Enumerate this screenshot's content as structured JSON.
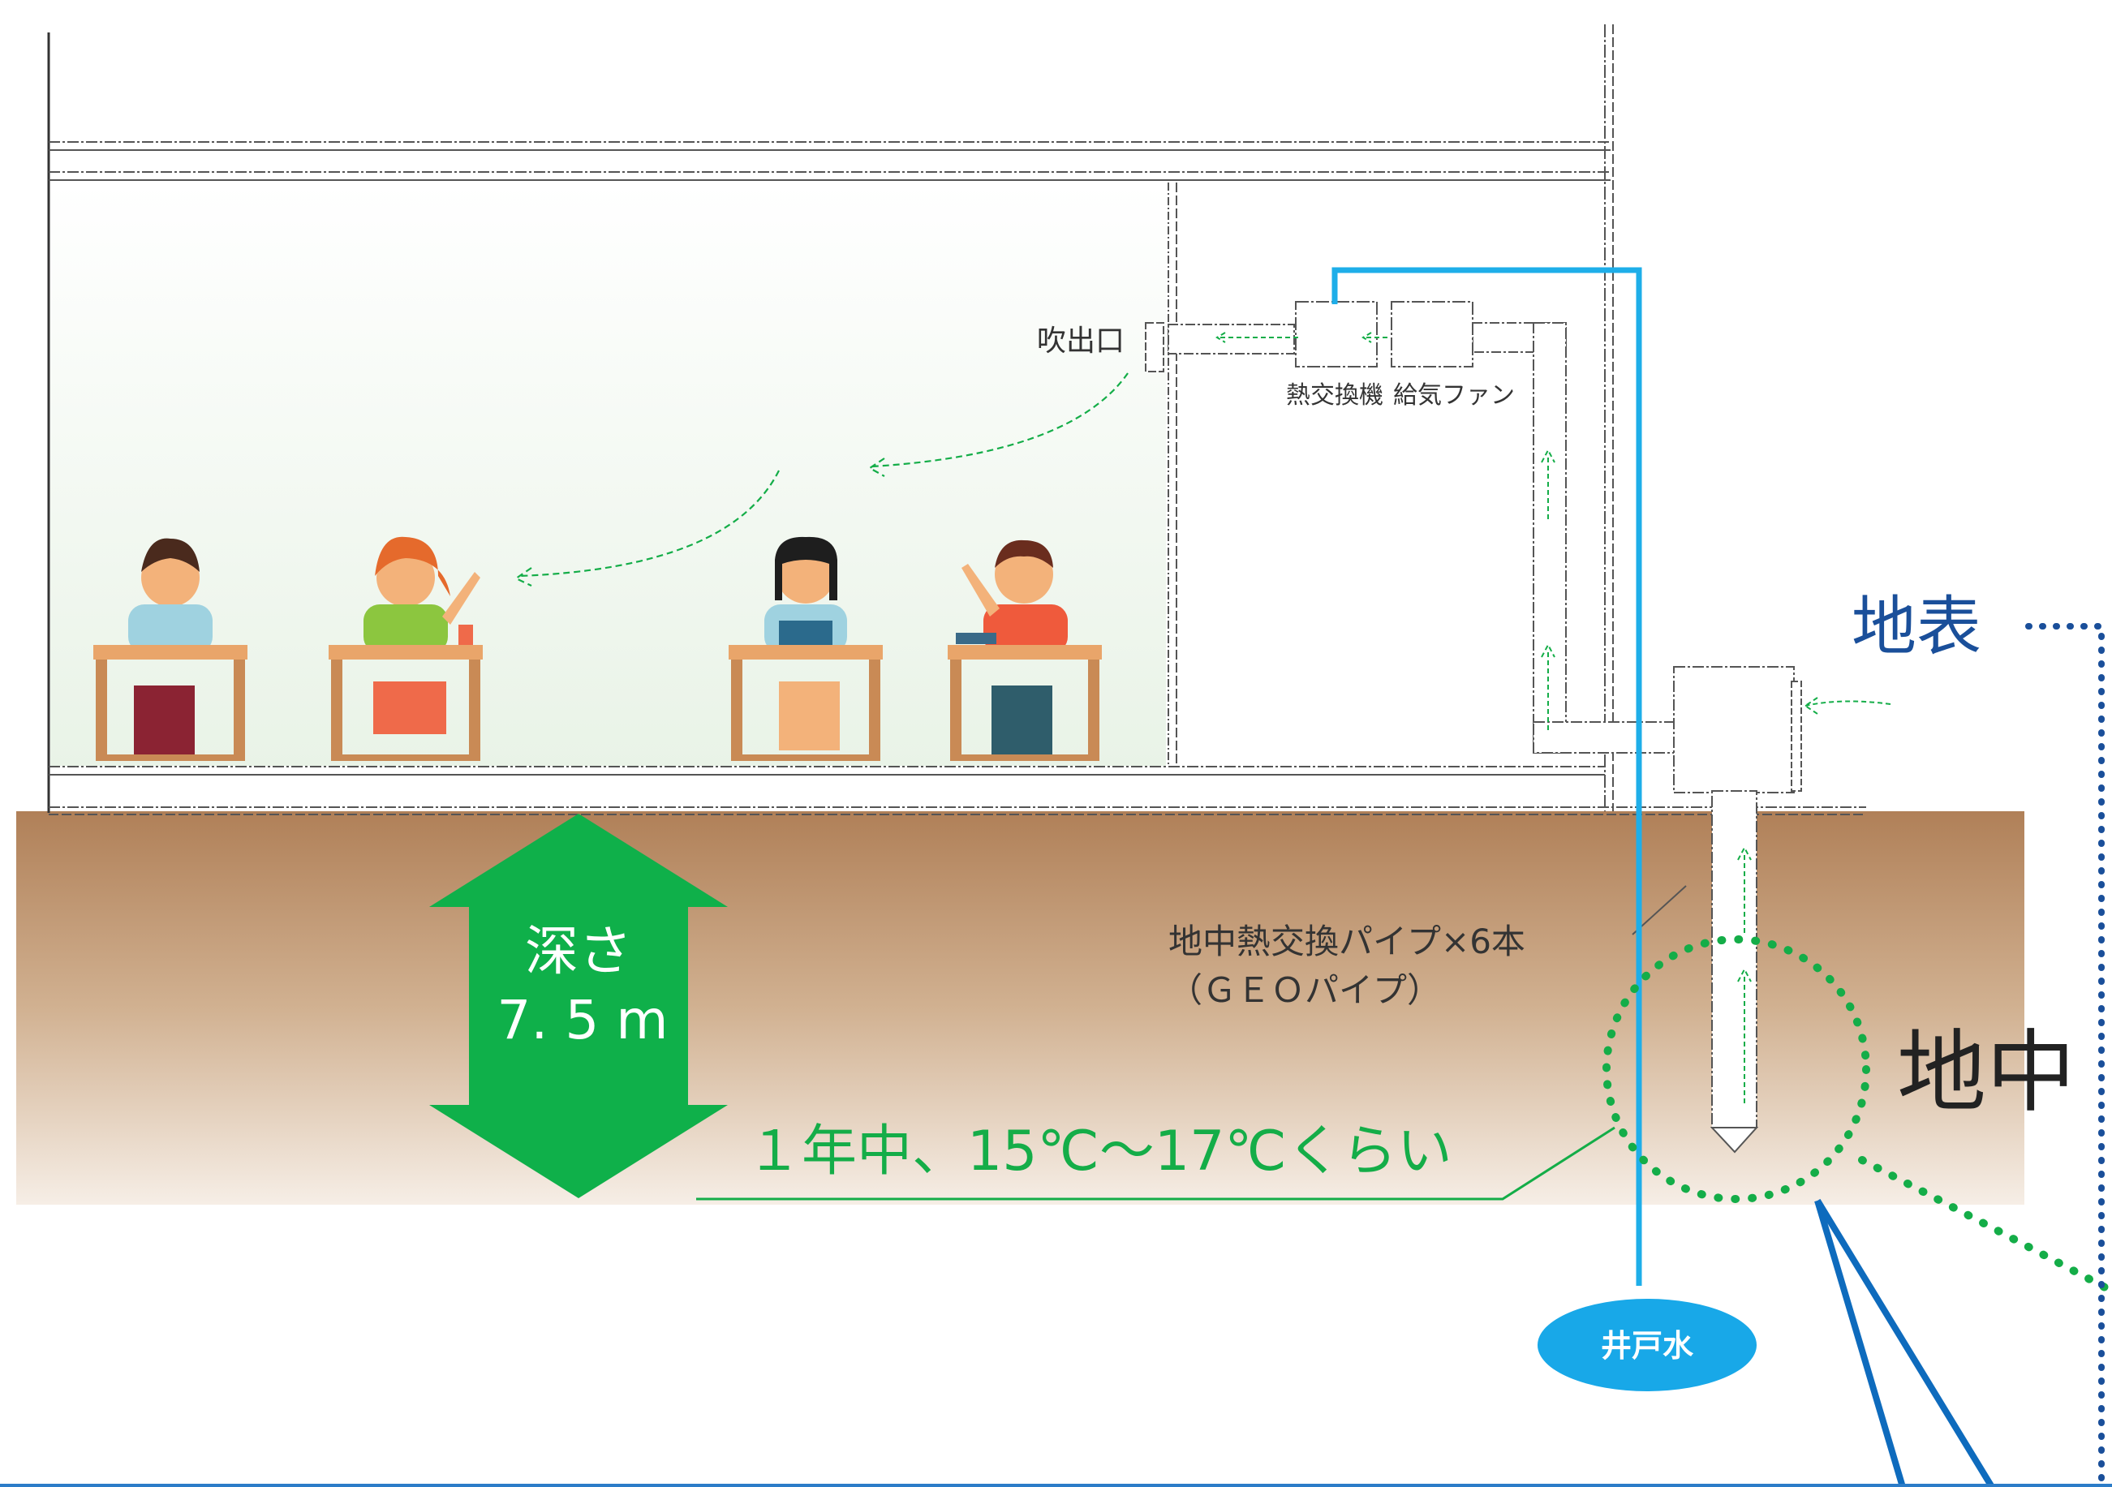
{
  "labels": {
    "outlet": "吹出口",
    "heat_exchanger": "熱交換機",
    "supply_fan": "給気ファン",
    "surface": "地表",
    "underground": "地中",
    "depth_word": "深さ",
    "depth_value": "7. 5 m",
    "pipe_line1": "地中熱交換パイプ×6本",
    "pipe_line2": "（ＧＥＯパイプ）",
    "temperature": "１年中、15℃～17℃くらい",
    "well_water": "井戸水"
  },
  "icons": {
    "depth_arrow": "double-headed-vertical-arrow-icon",
    "airflow": "dashed-curved-arrow-icon",
    "students": "student-at-desk-icon"
  },
  "colors": {
    "soil_top": "#b08058",
    "soil_bottom": "#f3e9e0",
    "classroom_tint": "#f0f6ef",
    "green": "#0fb04a",
    "arrow_green": "#14ad48",
    "water_pipe": "#1eaee9",
    "water_ellipse": "#18a8e8",
    "surface_text": "#1a4f9a",
    "zoom_line": "#0e6bbd",
    "baseline": "#2b7cc8"
  }
}
